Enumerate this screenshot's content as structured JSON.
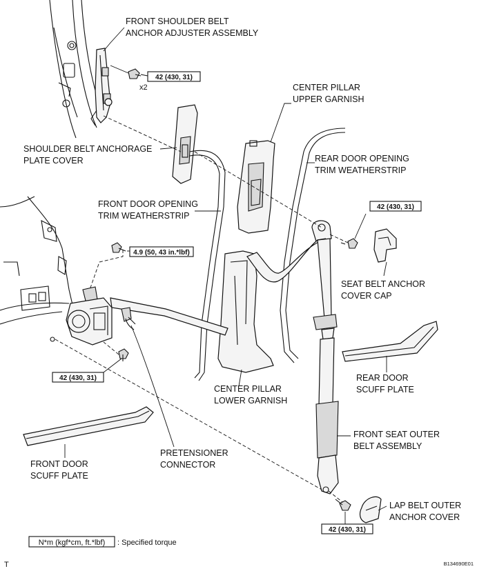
{
  "labels": {
    "front_shoulder_belt_1": "FRONT SHOULDER BELT",
    "front_shoulder_belt_2": "ANCHOR ADJUSTER ASSEMBLY",
    "center_pillar_upper_1": "CENTER PILLAR",
    "center_pillar_upper_2": "UPPER GARNISH",
    "shoulder_anchorage_1": "SHOULDER BELT ANCHORAGE",
    "shoulder_anchorage_2": "PLATE COVER",
    "rear_door_weather_1": "REAR DOOR OPENING",
    "rear_door_weather_2": "TRIM WEATHERSTRIP",
    "front_door_weather_1": "FRONT DOOR OPENING",
    "front_door_weather_2": "TRIM WEATHERSTRIP",
    "seat_belt_cap_1": "SEAT BELT ANCHOR",
    "seat_belt_cap_2": "COVER CAP",
    "rear_scuff_1": "REAR DOOR",
    "rear_scuff_2": "SCUFF PLATE",
    "center_lower_1": "CENTER PILLAR",
    "center_lower_2": "LOWER GARNISH",
    "front_seat_belt_1": "FRONT SEAT OUTER",
    "front_seat_belt_2": "BELT ASSEMBLY",
    "pretensioner_1": "PRETENSIONER",
    "pretensioner_2": "CONNECTOR",
    "front_scuff_1": "FRONT DOOR",
    "front_scuff_2": "SCUFF PLATE",
    "lap_cover_1": "LAP BELT OUTER",
    "lap_cover_2": "ANCHOR COVER",
    "x2": "x2"
  },
  "torques": {
    "adjuster": "42 (430, 31)",
    "retractor_bolt": "4.9 (50, 43 in.*lbf)",
    "upper_anchor": "42 (430, 31)",
    "retractor_lower": "42 (430, 31)",
    "lap_anchor": "42 (430, 31)"
  },
  "legend": {
    "unit": "N*m (kgf*cm, ft.*lbf)",
    "text": ": Specified torque"
  },
  "corner_left": "T",
  "figure_code": "B134690E01"
}
